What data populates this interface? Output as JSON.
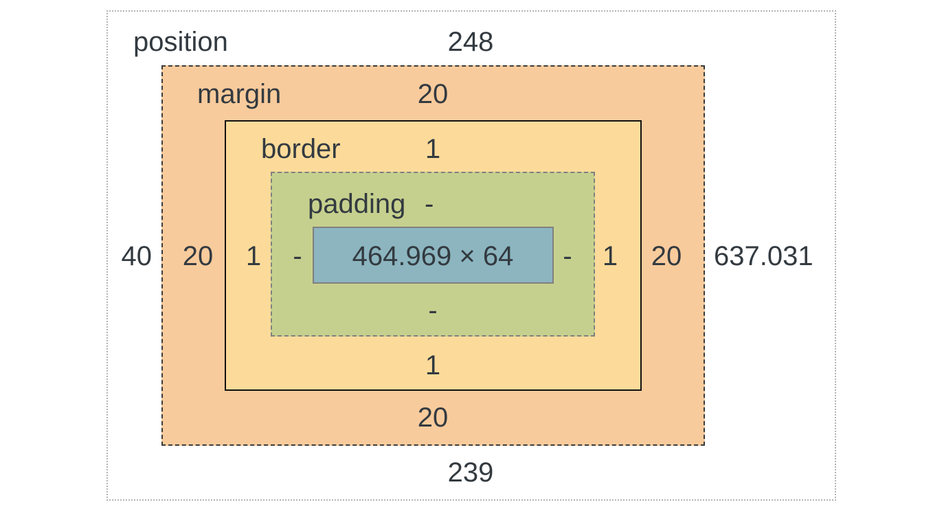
{
  "box_model": {
    "position": {
      "label": "position",
      "top": "248",
      "right": "637.031",
      "bottom": "239",
      "left": "40"
    },
    "margin": {
      "label": "margin",
      "top": "20",
      "right": "20",
      "bottom": "20",
      "left": "20"
    },
    "border": {
      "label": "border",
      "top": "1",
      "right": "1",
      "bottom": "1",
      "left": "1"
    },
    "padding": {
      "label": "padding",
      "top": "-",
      "right": "-",
      "bottom": "-",
      "left": "-"
    },
    "content": {
      "size": "464.969 × 64"
    }
  },
  "colors": {
    "margin": "#f8cb9c",
    "border": "#fcdb9a",
    "padding": "#c6d08e",
    "content": "#8cb5bf",
    "text": "#333a40"
  }
}
